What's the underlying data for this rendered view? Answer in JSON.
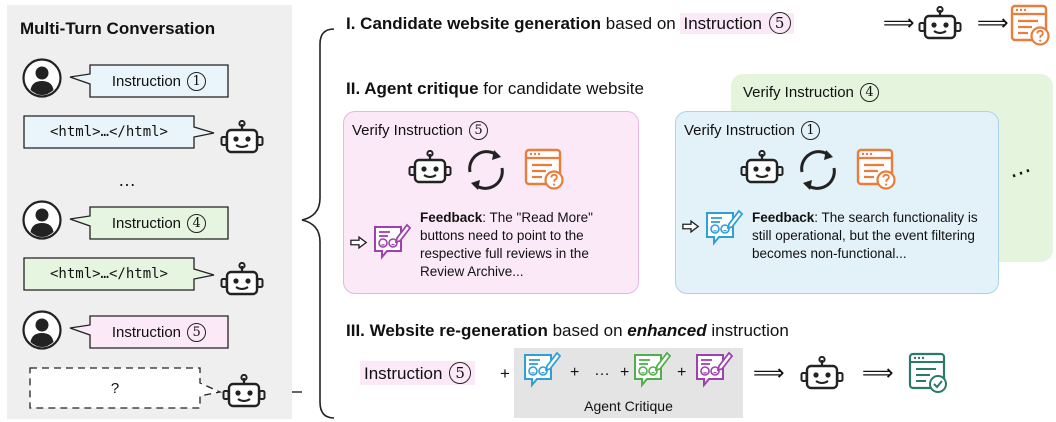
{
  "left": {
    "title": "Multi-Turn Conversation",
    "turns": [
      {
        "role": "user",
        "text": "Instruction",
        "num": "1",
        "color": "#eaf4fb"
      },
      {
        "role": "bot",
        "text": "<html>…</html>",
        "color": "#eaf4fb"
      },
      {
        "role": "user",
        "text": "Instruction",
        "num": "4",
        "color": "#e6f5e0"
      },
      {
        "role": "bot",
        "text": "<html>…</html>",
        "color": "#e6f5e0"
      },
      {
        "role": "user",
        "text": "Instruction",
        "num": "5",
        "color": "#fbe9f7"
      },
      {
        "role": "bot",
        "text": "?",
        "color": "#ffffff"
      }
    ],
    "ellipsis": "…"
  },
  "step1": {
    "label_bold": "I. Candidate website generation",
    "label_rest": " based on ",
    "instr": "Instruction",
    "instr_num": "5",
    "arrow": "⟹"
  },
  "step2": {
    "label_bold": "II. Agent critique",
    "label_rest": " for candidate website",
    "cards": [
      {
        "title": "Verify Instruction",
        "num": "4",
        "color": "#e5f5dd"
      },
      {
        "title": "Verify Instruction",
        "num": "5",
        "color": "#fbe9f7",
        "border": "#e6b8dc",
        "feedback_label": "Feedback",
        "feedback_text": ": The \"Read More\" buttons need to point to the respective full reviews in the Review Archive..."
      },
      {
        "title": "Verify Instruction",
        "num": "1",
        "color": "#e3f1f8",
        "border": "#a9d4ea",
        "feedback_label": "Feedback",
        "feedback_text": ": The search functionality is still operational, but the event filtering becomes non-functional..."
      }
    ],
    "ellipsis": "⋯"
  },
  "step3": {
    "label_bold": "III. Website re-generation",
    "label_rest1": " based on ",
    "label_italic": "enhanced",
    "label_rest2": " instruction",
    "instr": "Instruction",
    "instr_num": "5",
    "plus": "+",
    "dots": "…",
    "critique_label": "Agent Critique",
    "arrow": "⟹"
  },
  "colors": {
    "orange": "#ea7d3c",
    "blue_icon": "#2f9fd8",
    "green_icon": "#4fb04a",
    "purple_icon": "#a040b0",
    "icon_dark": "#222222",
    "done_green": "#2a8a6a"
  },
  "icons": [
    "user-avatar-icon",
    "robot-icon",
    "webpage-question-icon",
    "refresh-cycle-icon",
    "feedback-icon",
    "webpage-check-icon",
    "hollow-arrow-icon"
  ]
}
